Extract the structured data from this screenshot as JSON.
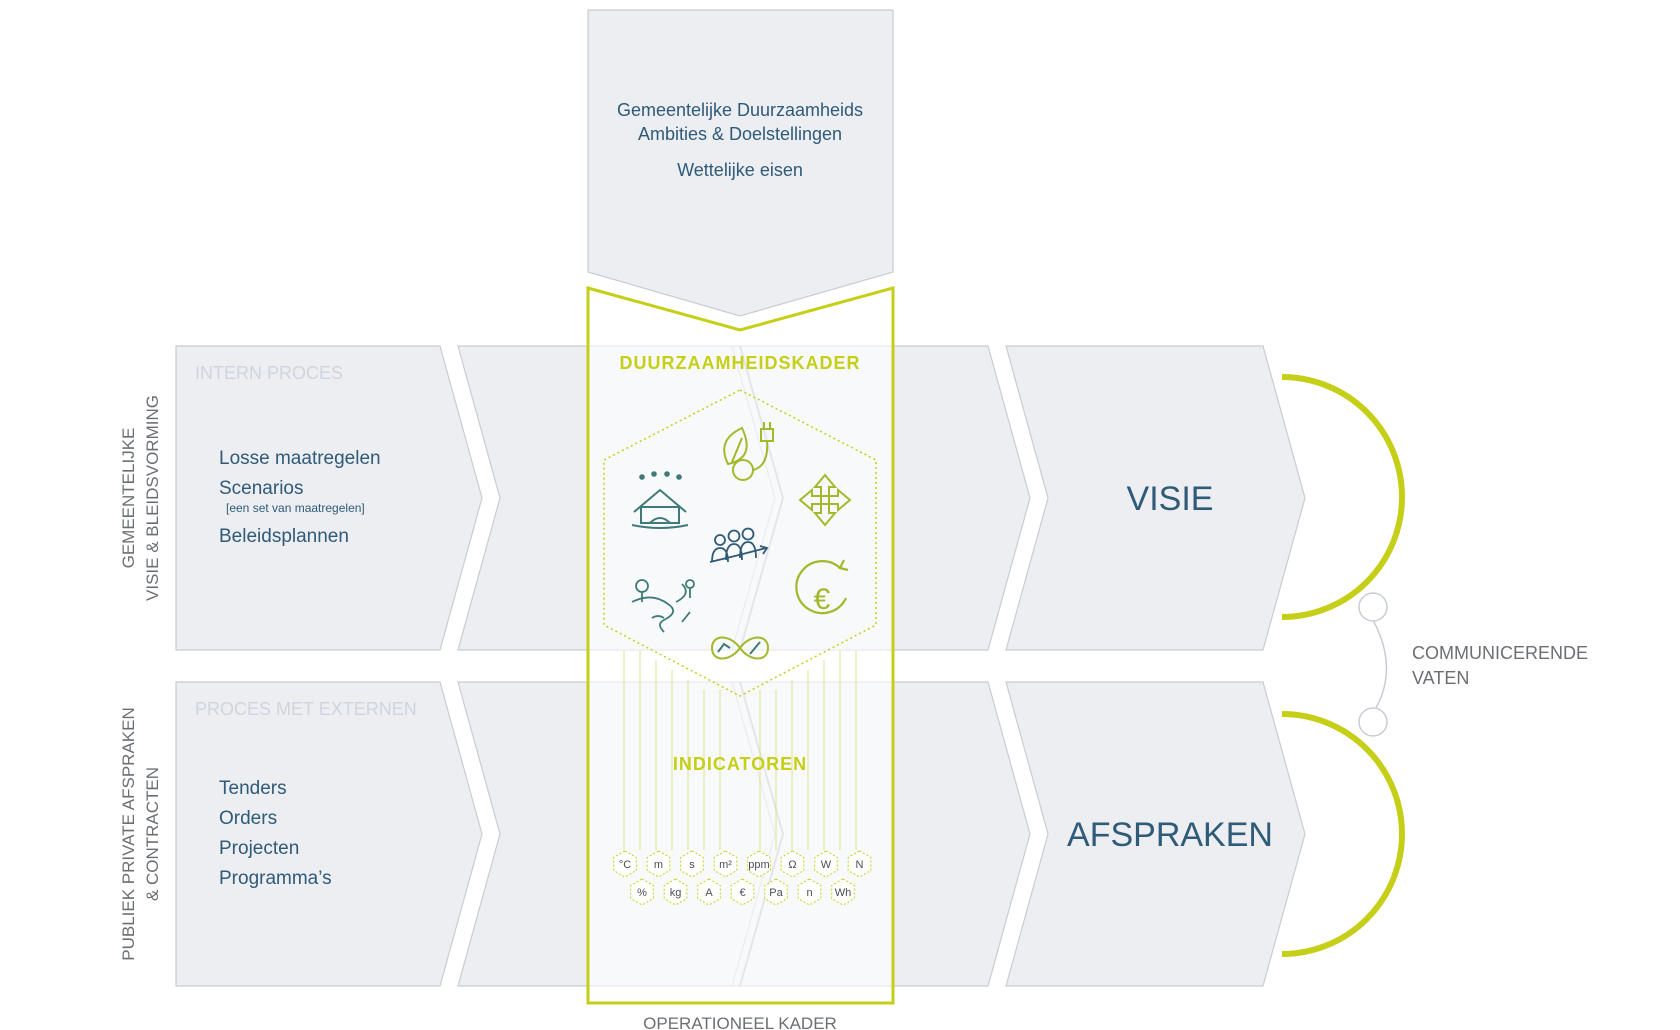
{
  "top_box": {
    "line1": "Gemeentelijke Duurzaamheids",
    "line2": "Ambities & Doelstellingen",
    "line3": "Wettelijke eisen"
  },
  "row1": {
    "side_label_line1": "GEMEENTELIJKE",
    "side_label_line2": "VISIE & BLEIDSVORMING",
    "process_label": "INTERN PROCES",
    "items": [
      "Losse maatregelen",
      "Scenarios",
      "Beleidsplannen"
    ],
    "item_note": "[een set van maatregelen]",
    "result": "VISIE"
  },
  "row2": {
    "side_label_line1": "PUBLIEK PRIVATE AFSPRAKEN",
    "side_label_line2": "& CONTRACTEN",
    "process_label": "PROCES MET EXTERNEN",
    "items": [
      "Tenders",
      "Orders",
      "Projecten",
      "Programma’s"
    ],
    "result": "AFSPRAKEN"
  },
  "framework": {
    "title": "DUURZAAMHEIDSKADER",
    "indicators_title": "INDICATOREN",
    "bottom_label": "OPERATIONEEL KADER",
    "units_row1": [
      "°C",
      "m",
      "s",
      "m²",
      "ppm",
      "Ω",
      "W",
      "N"
    ],
    "units_row2": [
      "%",
      "kg",
      "A",
      "€",
      "Pa",
      "n",
      "Wh"
    ],
    "icons": [
      "house-rain-icon",
      "leaf-plug-icon",
      "arrows-expand-icon",
      "people-growth-icon",
      "landscape-icon",
      "euro-cycle-icon",
      "infinity-icon"
    ]
  },
  "connector": {
    "line1": "COMMUNICERENDE",
    "line2": "VATEN"
  },
  "colors": {
    "accent_green": "#c5cf17",
    "text_blue": "#2f5a78",
    "panel_fill": "#eceef2",
    "panel_stroke": "#c8ccd4"
  }
}
